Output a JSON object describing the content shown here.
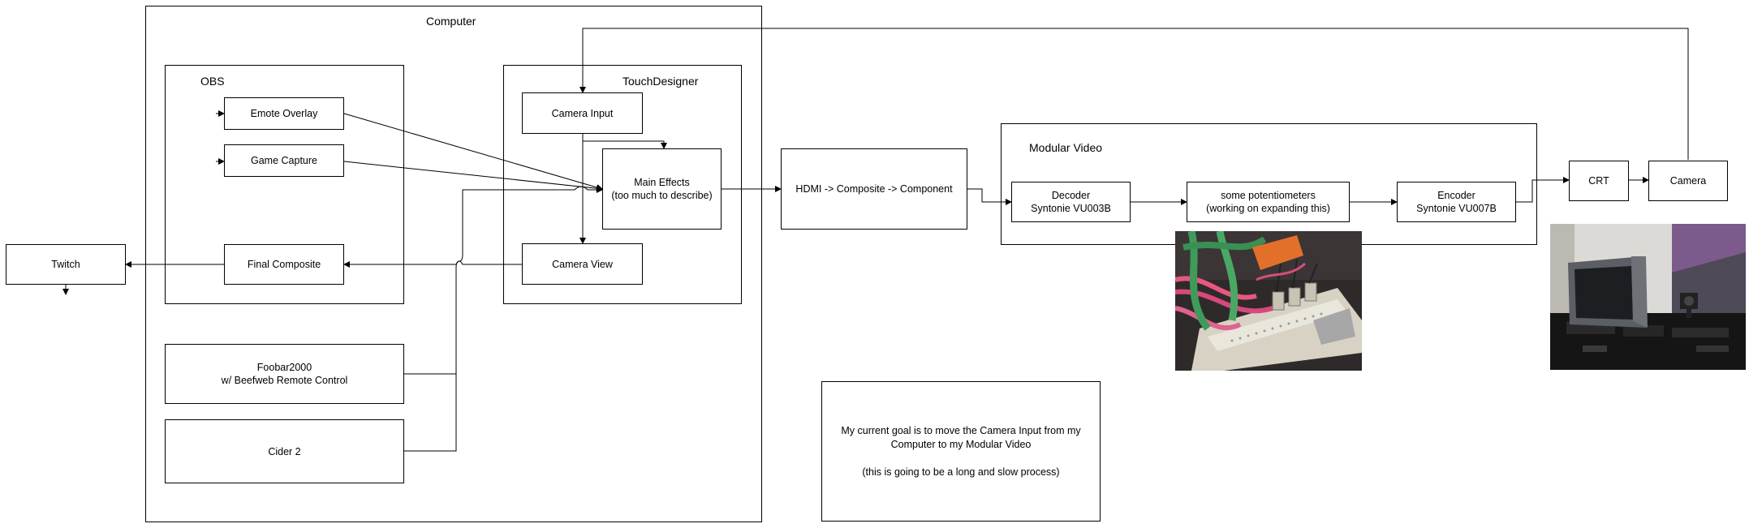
{
  "containers": {
    "computer": "Computer",
    "obs": "OBS",
    "touchdesigner": "TouchDesigner",
    "modular_video": "Modular Video"
  },
  "nodes": {
    "emote_overlay": "Emote Overlay",
    "game_capture": "Game Capture",
    "final_composite": "Final Composite",
    "twitch": "Twitch",
    "foobar": "Foobar2000\nw/ Beefweb Remote Control",
    "cider": "Cider 2",
    "camera_input": "Camera Input",
    "main_effects": "Main Effects\n(too much to describe)",
    "camera_view": "Camera View",
    "hdmi_converter": "HDMI -> Composite -> Component",
    "decoder": "Decoder\nSyntonie VU003B",
    "potentiometers": "some potentiometers\n(working on expanding this)",
    "encoder": "Encoder\nSyntonie VU007B",
    "crt": "CRT",
    "camera": "Camera"
  },
  "note": {
    "text": "My current goal is to move the Camera Input from my\nComputer to my Modular Video\n\n(this is going to be a long and slow process)"
  },
  "photos": {
    "breadboard": "breadboard-photo",
    "crt_setup": "crt-setup-photo"
  },
  "colors": {
    "line": "#000000",
    "background": "#ffffff"
  }
}
